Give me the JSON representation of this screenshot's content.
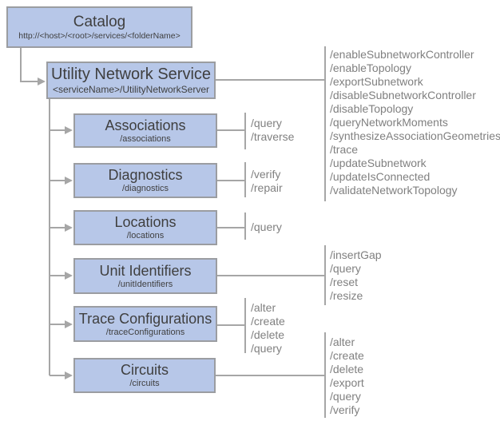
{
  "colors": {
    "box_fill": "#b7c7e8",
    "box_border": "#9b9da1",
    "line_color": "#a6a6a6",
    "title_color": "#3f3f3f",
    "ops_color": "#808080"
  },
  "nodes": {
    "catalog": {
      "title": "Catalog",
      "path": "http://<host>/<root>/services/<folderName>"
    },
    "utility_network_service": {
      "title": "Utility Network Service",
      "path": "<serviceName>/UtilityNetworkServer"
    },
    "associations": {
      "title": "Associations",
      "path": "/associations"
    },
    "diagnostics": {
      "title": "Diagnostics",
      "path": "/diagnostics"
    },
    "locations": {
      "title": "Locations",
      "path": "/locations"
    },
    "unit_identifiers": {
      "title": "Unit Identifiers",
      "path": "/unitIdentifiers"
    },
    "trace_configurations": {
      "title": "Trace Configurations",
      "path": "/traceConfigurations"
    },
    "circuits": {
      "title": "Circuits",
      "path": "/circuits"
    }
  },
  "operations": {
    "utility_network_service": [
      "/enableSubnetworkController",
      "/enableTopology",
      "/exportSubnetwork",
      "/disableSubnetworkController",
      "/disableTopology",
      "/queryNetworkMoments",
      "/synthesizeAssociationGeometries",
      "/trace",
      "/updateSubnetwork",
      "/updateIsConnected",
      "/validateNetworkTopology"
    ],
    "associations": [
      "/query",
      "/traverse"
    ],
    "diagnostics": [
      "/verify",
      "/repair"
    ],
    "locations": [
      "/query"
    ],
    "unit_identifiers": [
      "/insertGap",
      "/query",
      "/reset",
      "/resize"
    ],
    "trace_configurations": [
      "/alter",
      "/create",
      "/delete",
      "/query"
    ],
    "circuits": [
      "/alter",
      "/create",
      "/delete",
      "/export",
      "/query",
      "/verify"
    ]
  }
}
